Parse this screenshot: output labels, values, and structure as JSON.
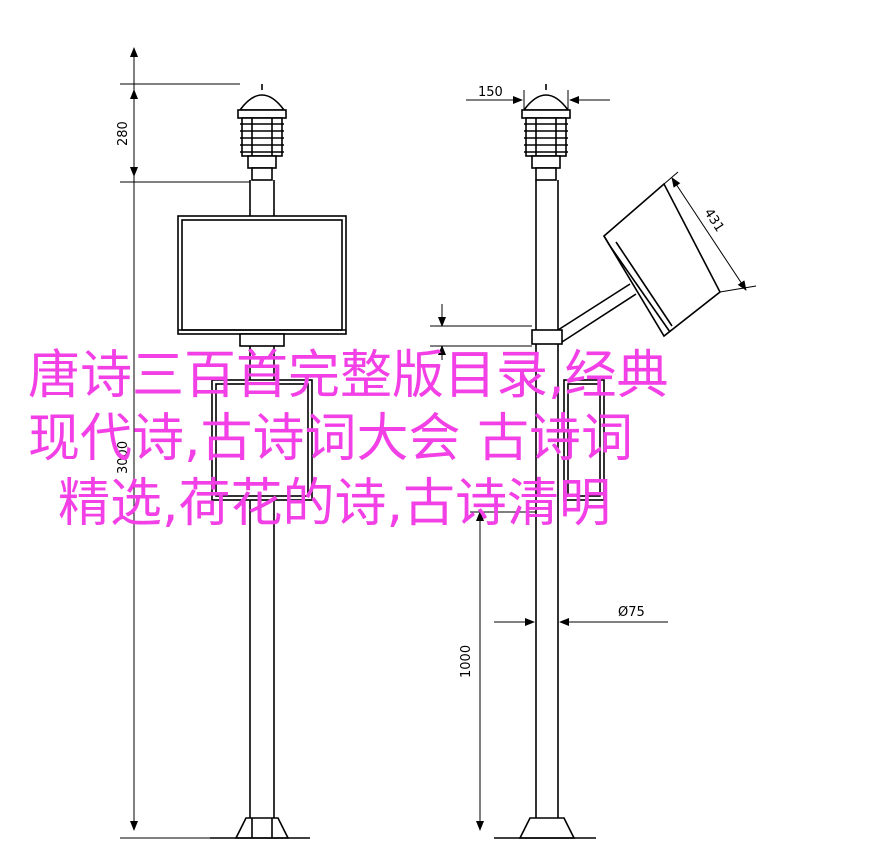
{
  "dimensions": {
    "top_height": "280",
    "head_width": "150",
    "panel_length": "431",
    "total_height": "3000",
    "pole_diameter": "Ø75",
    "lower_height": "1000"
  },
  "overlay": {
    "line1": "唐诗三百首完整版目录,经典",
    "line2": "现代诗,古诗词大会 古诗词",
    "line3": "精选,荷花的诗,古诗清明"
  },
  "colors": {
    "line": "#000000",
    "overlay_text": "#f23fe6",
    "background": "#ffffff"
  }
}
